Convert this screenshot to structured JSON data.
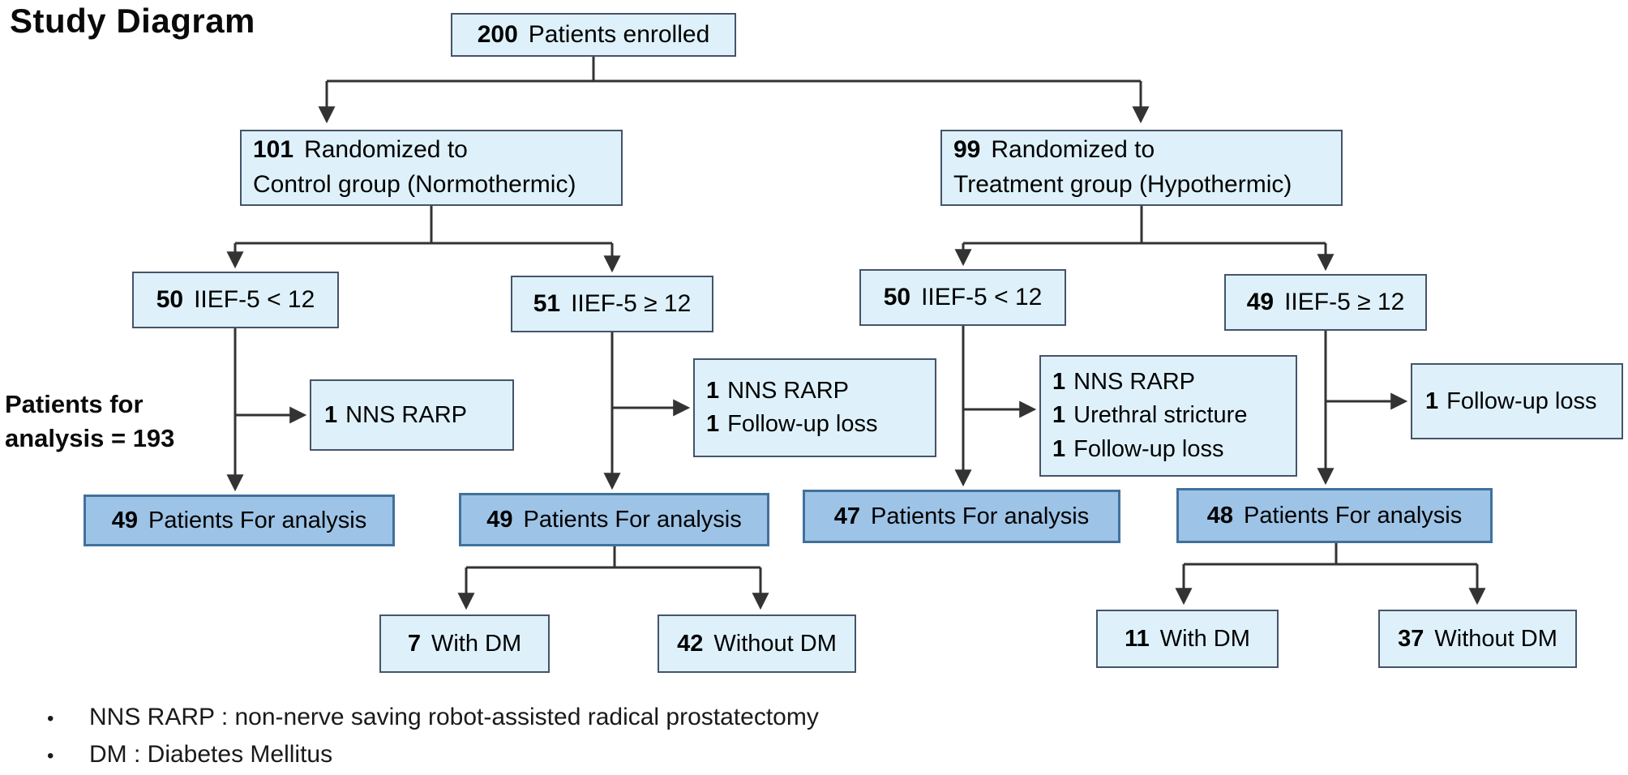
{
  "title": "Study Diagram",
  "colors": {
    "light_box_fill": "#def1fa",
    "light_box_border": "#44546a",
    "dark_box_fill": "#9dc3e6",
    "dark_box_border": "#41719c",
    "connector": "#333333"
  },
  "boxes": {
    "enrolled": {
      "count": "200",
      "label": "Patients enrolled"
    },
    "control_group": {
      "count": "101",
      "line1": "Randomized to",
      "line2": "Control group (Normothermic)"
    },
    "treatment_group": {
      "count": "99",
      "line1": "Randomized to",
      "line2": "Treatment group (Hypothermic)"
    },
    "control_iief_low": {
      "count": "50",
      "label": "IIEF-5 < 12"
    },
    "control_iief_high": {
      "count": "51",
      "label": "IIEF-5 ≥ 12"
    },
    "treatment_iief_low": {
      "count": "50",
      "label": "IIEF-5 < 12"
    },
    "treatment_iief_high": {
      "count": "49",
      "label": "IIEF-5 ≥ 12"
    },
    "excl_control_low": {
      "items": [
        {
          "count": "1",
          "label": "NNS RARP"
        }
      ]
    },
    "excl_control_high": {
      "items": [
        {
          "count": "1",
          "label": "NNS RARP"
        },
        {
          "count": "1",
          "label": "Follow-up loss"
        }
      ]
    },
    "excl_treatment_low": {
      "items": [
        {
          "count": "1",
          "label": "NNS RARP"
        },
        {
          "count": "1",
          "label": "Urethral stricture"
        },
        {
          "count": "1",
          "label": "Follow-up loss"
        }
      ]
    },
    "excl_treatment_high": {
      "items": [
        {
          "count": "1",
          "label": "Follow-up loss"
        }
      ]
    },
    "analysis_control_low": {
      "count": "49",
      "label": "Patients For analysis"
    },
    "analysis_control_high": {
      "count": "49",
      "label": "Patients For analysis"
    },
    "analysis_treatment_low": {
      "count": "47",
      "label": "Patients For analysis"
    },
    "analysis_treatment_high": {
      "count": "48",
      "label": "Patients For analysis"
    },
    "dm_control_with": {
      "count": "7",
      "label": "With DM"
    },
    "dm_control_without": {
      "count": "42",
      "label": "Without DM"
    },
    "dm_treatment_with": {
      "count": "11",
      "label": "With DM"
    },
    "dm_treatment_without": {
      "count": "37",
      "label": "Without DM"
    }
  },
  "side_note": {
    "line1": "Patients for",
    "line2": "analysis = 193"
  },
  "footnotes": [
    {
      "bullet": "•",
      "text": "NNS RARP : non-nerve saving robot-assisted radical prostatectomy"
    },
    {
      "bullet": "•",
      "text": "DM : Diabetes Mellitus"
    }
  ]
}
